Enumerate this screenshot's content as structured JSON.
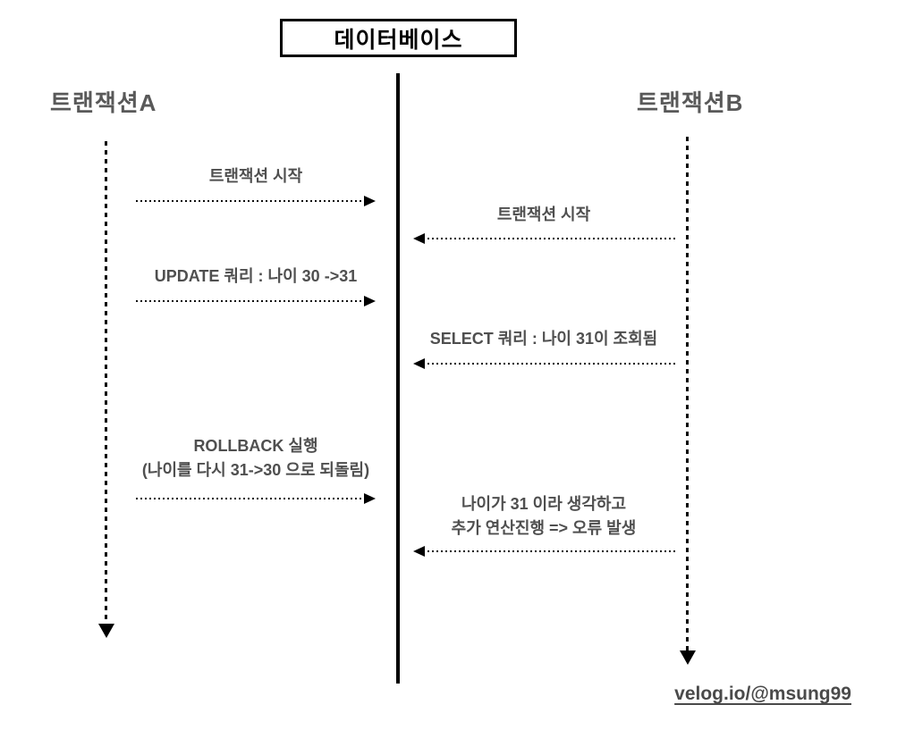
{
  "diagram": {
    "title": "데이터베이스",
    "left_actor": "트랜잭션A",
    "right_actor": "트랜잭션B",
    "messages": [
      {
        "from": "트랜잭션A",
        "to": "데이터베이스",
        "direction": "right",
        "label": "트랜잭션 시작"
      },
      {
        "from": "데이터베이스",
        "to": "트랜잭션B",
        "direction": "left",
        "label": "트랜잭션 시작"
      },
      {
        "from": "트랜잭션A",
        "to": "데이터베이스",
        "direction": "right",
        "label": "UPDATE 쿼리 : 나이 30 ->31"
      },
      {
        "from": "데이터베이스",
        "to": "트랜잭션B",
        "direction": "left",
        "label": "SELECT 쿼리 : 나이 31이 조회됨"
      },
      {
        "from": "트랜잭션A",
        "to": "데이터베이스",
        "direction": "right",
        "label": "ROLLBACK 실행",
        "label2": "(나이를 다시 31->30 으로 되돌림)"
      },
      {
        "from": "데이터베이스",
        "to": "트랜잭션B",
        "direction": "left",
        "label": "나이가 31 이라 생각하고",
        "label2": "추가 연산진행 => 오류 발생"
      }
    ],
    "credit": "velog.io/@msung99",
    "colors": {
      "line_black": "#000000",
      "text_gray": "#595959",
      "label_gray": "#4f4f4f",
      "background": "#ffffff"
    }
  }
}
